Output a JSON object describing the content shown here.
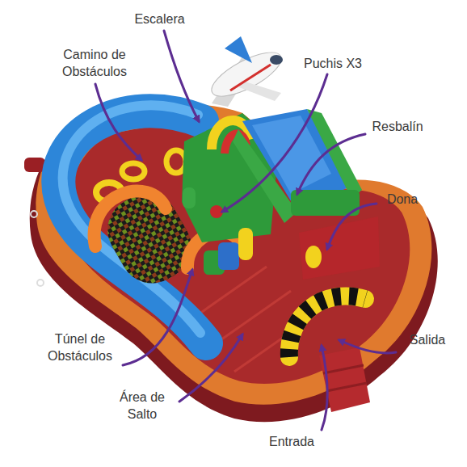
{
  "diagram": {
    "labels": [
      "Escalera",
      "Camino de Obstáculos",
      "Puchis X3",
      "Resbalín",
      "Dona",
      "Túnel de Obstáculos",
      "Salida",
      "Área de Salto",
      "Entrada"
    ]
  }
}
